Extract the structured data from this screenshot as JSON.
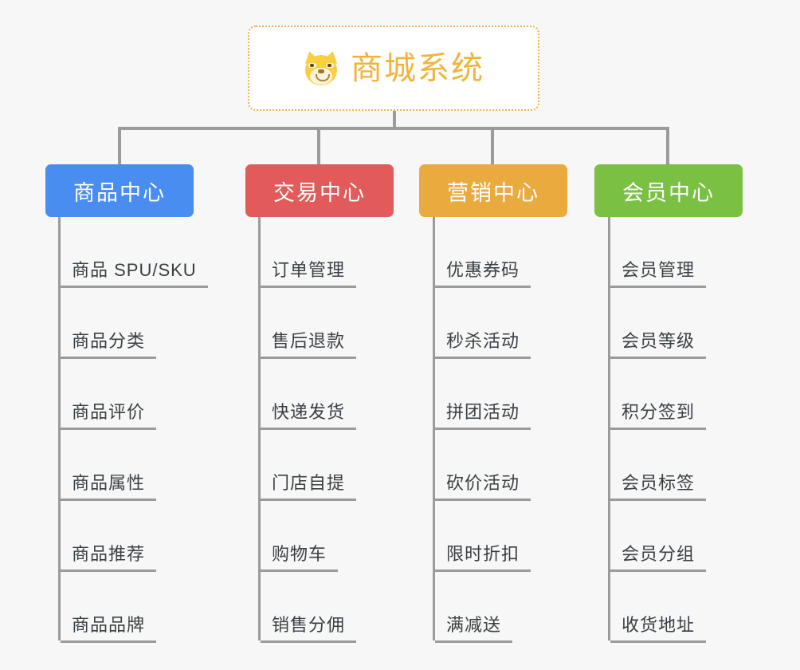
{
  "page": {
    "background_color": "#f7f7f7",
    "connector_color": "#9b9b9b",
    "leaf_text_color": "#3a3f44"
  },
  "root": {
    "title": "商城系统",
    "icon": "shiba-dog-face-emoji",
    "text_color": "#f2b33d",
    "border_color": "#f0b24a",
    "background_color": "#ffffff"
  },
  "branches": [
    {
      "label": "商品中心",
      "color": "#4a8df0",
      "items": [
        "商品 SPU/SKU",
        "商品分类",
        "商品评价",
        "商品属性",
        "商品推荐",
        "商品品牌"
      ]
    },
    {
      "label": "交易中心",
      "color": "#e25a5a",
      "items": [
        "订单管理",
        "售后退款",
        "快递发货",
        "门店自提",
        "购物车",
        "销售分佣"
      ]
    },
    {
      "label": "营销中心",
      "color": "#eaab3e",
      "items": [
        "优惠券码",
        "秒杀活动",
        "拼团活动",
        "砍价活动",
        "限时折扣",
        "满减送"
      ]
    },
    {
      "label": "会员中心",
      "color": "#7ac043",
      "items": [
        "会员管理",
        "会员等级",
        "积分签到",
        "会员标签",
        "会员分组",
        "收货地址"
      ]
    }
  ]
}
